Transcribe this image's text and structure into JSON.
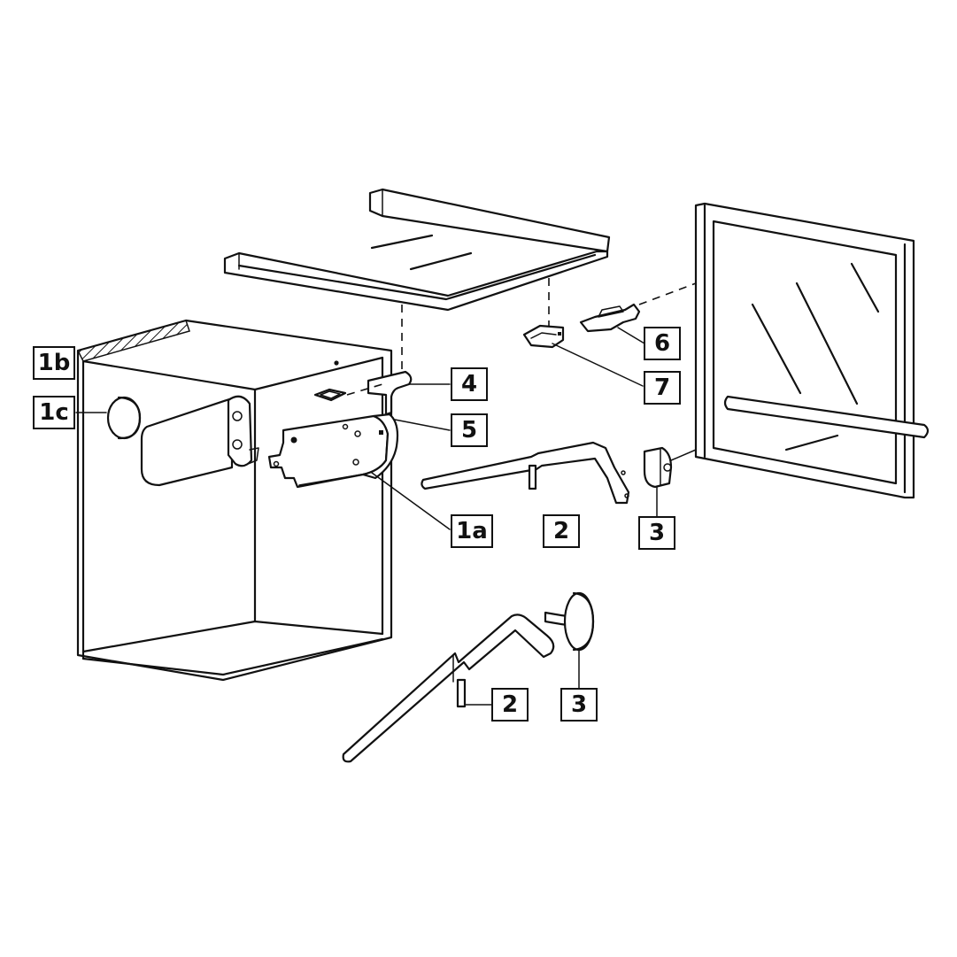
{
  "labels": {
    "l1b": "1b",
    "l1c": "1c",
    "l4": "4",
    "l5": "5",
    "l6": "6",
    "l7": "7",
    "l1a": "1a",
    "l2": "2",
    "l3": "3",
    "l2_lower": "2",
    "l3_lower": "3"
  }
}
